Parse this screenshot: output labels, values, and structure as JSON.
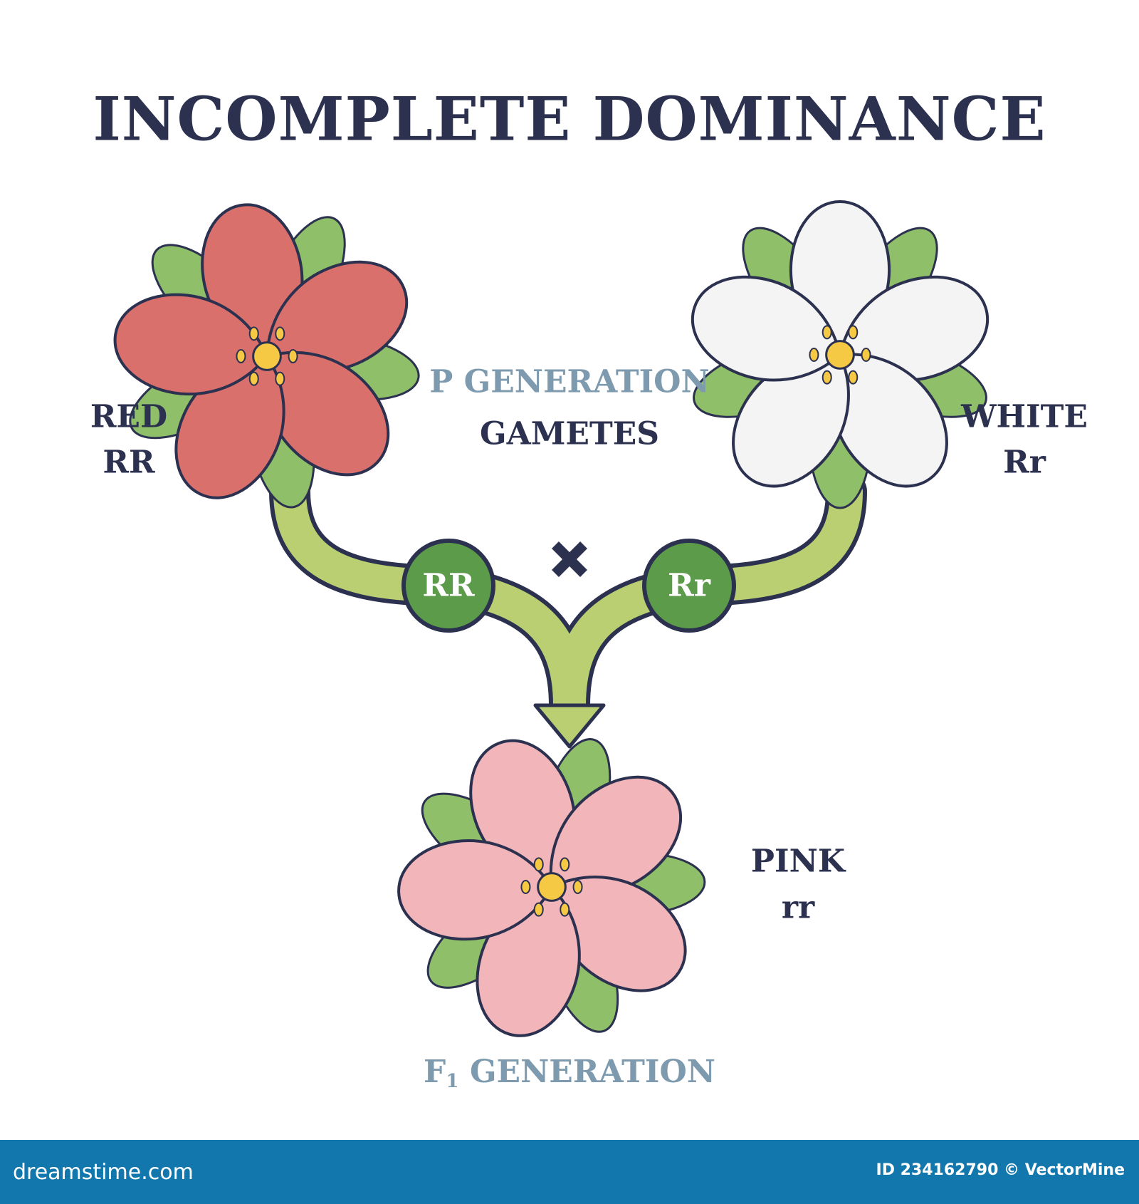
{
  "title": "INCOMPLETE DOMINANCE",
  "parents": {
    "left": {
      "color_name": "RED",
      "genotype": "RR",
      "petal_color": "#d9706c"
    },
    "right": {
      "color_name": "WHITE",
      "genotype": "Rr",
      "petal_color": "#f4f4f4"
    }
  },
  "center": {
    "p_generation": "P GENERATION",
    "gametes": "GAMETES"
  },
  "gametes": {
    "left": "RR",
    "right": "Rr",
    "cross_symbol": "×"
  },
  "offspring": {
    "color_name": "PINK",
    "genotype": "rr",
    "petal_color": "#f2b6ba"
  },
  "f1": {
    "prefix": "F",
    "subscript": "1",
    "label": "GENERATION"
  },
  "footer": {
    "brand": "dreamstime.com",
    "credit": "ID 234162790 © VectorMine"
  },
  "colors": {
    "title": "#2c3150",
    "arrow": "#b9cf72",
    "gamete": "#5c9b4a",
    "footer": "#1177ad"
  }
}
